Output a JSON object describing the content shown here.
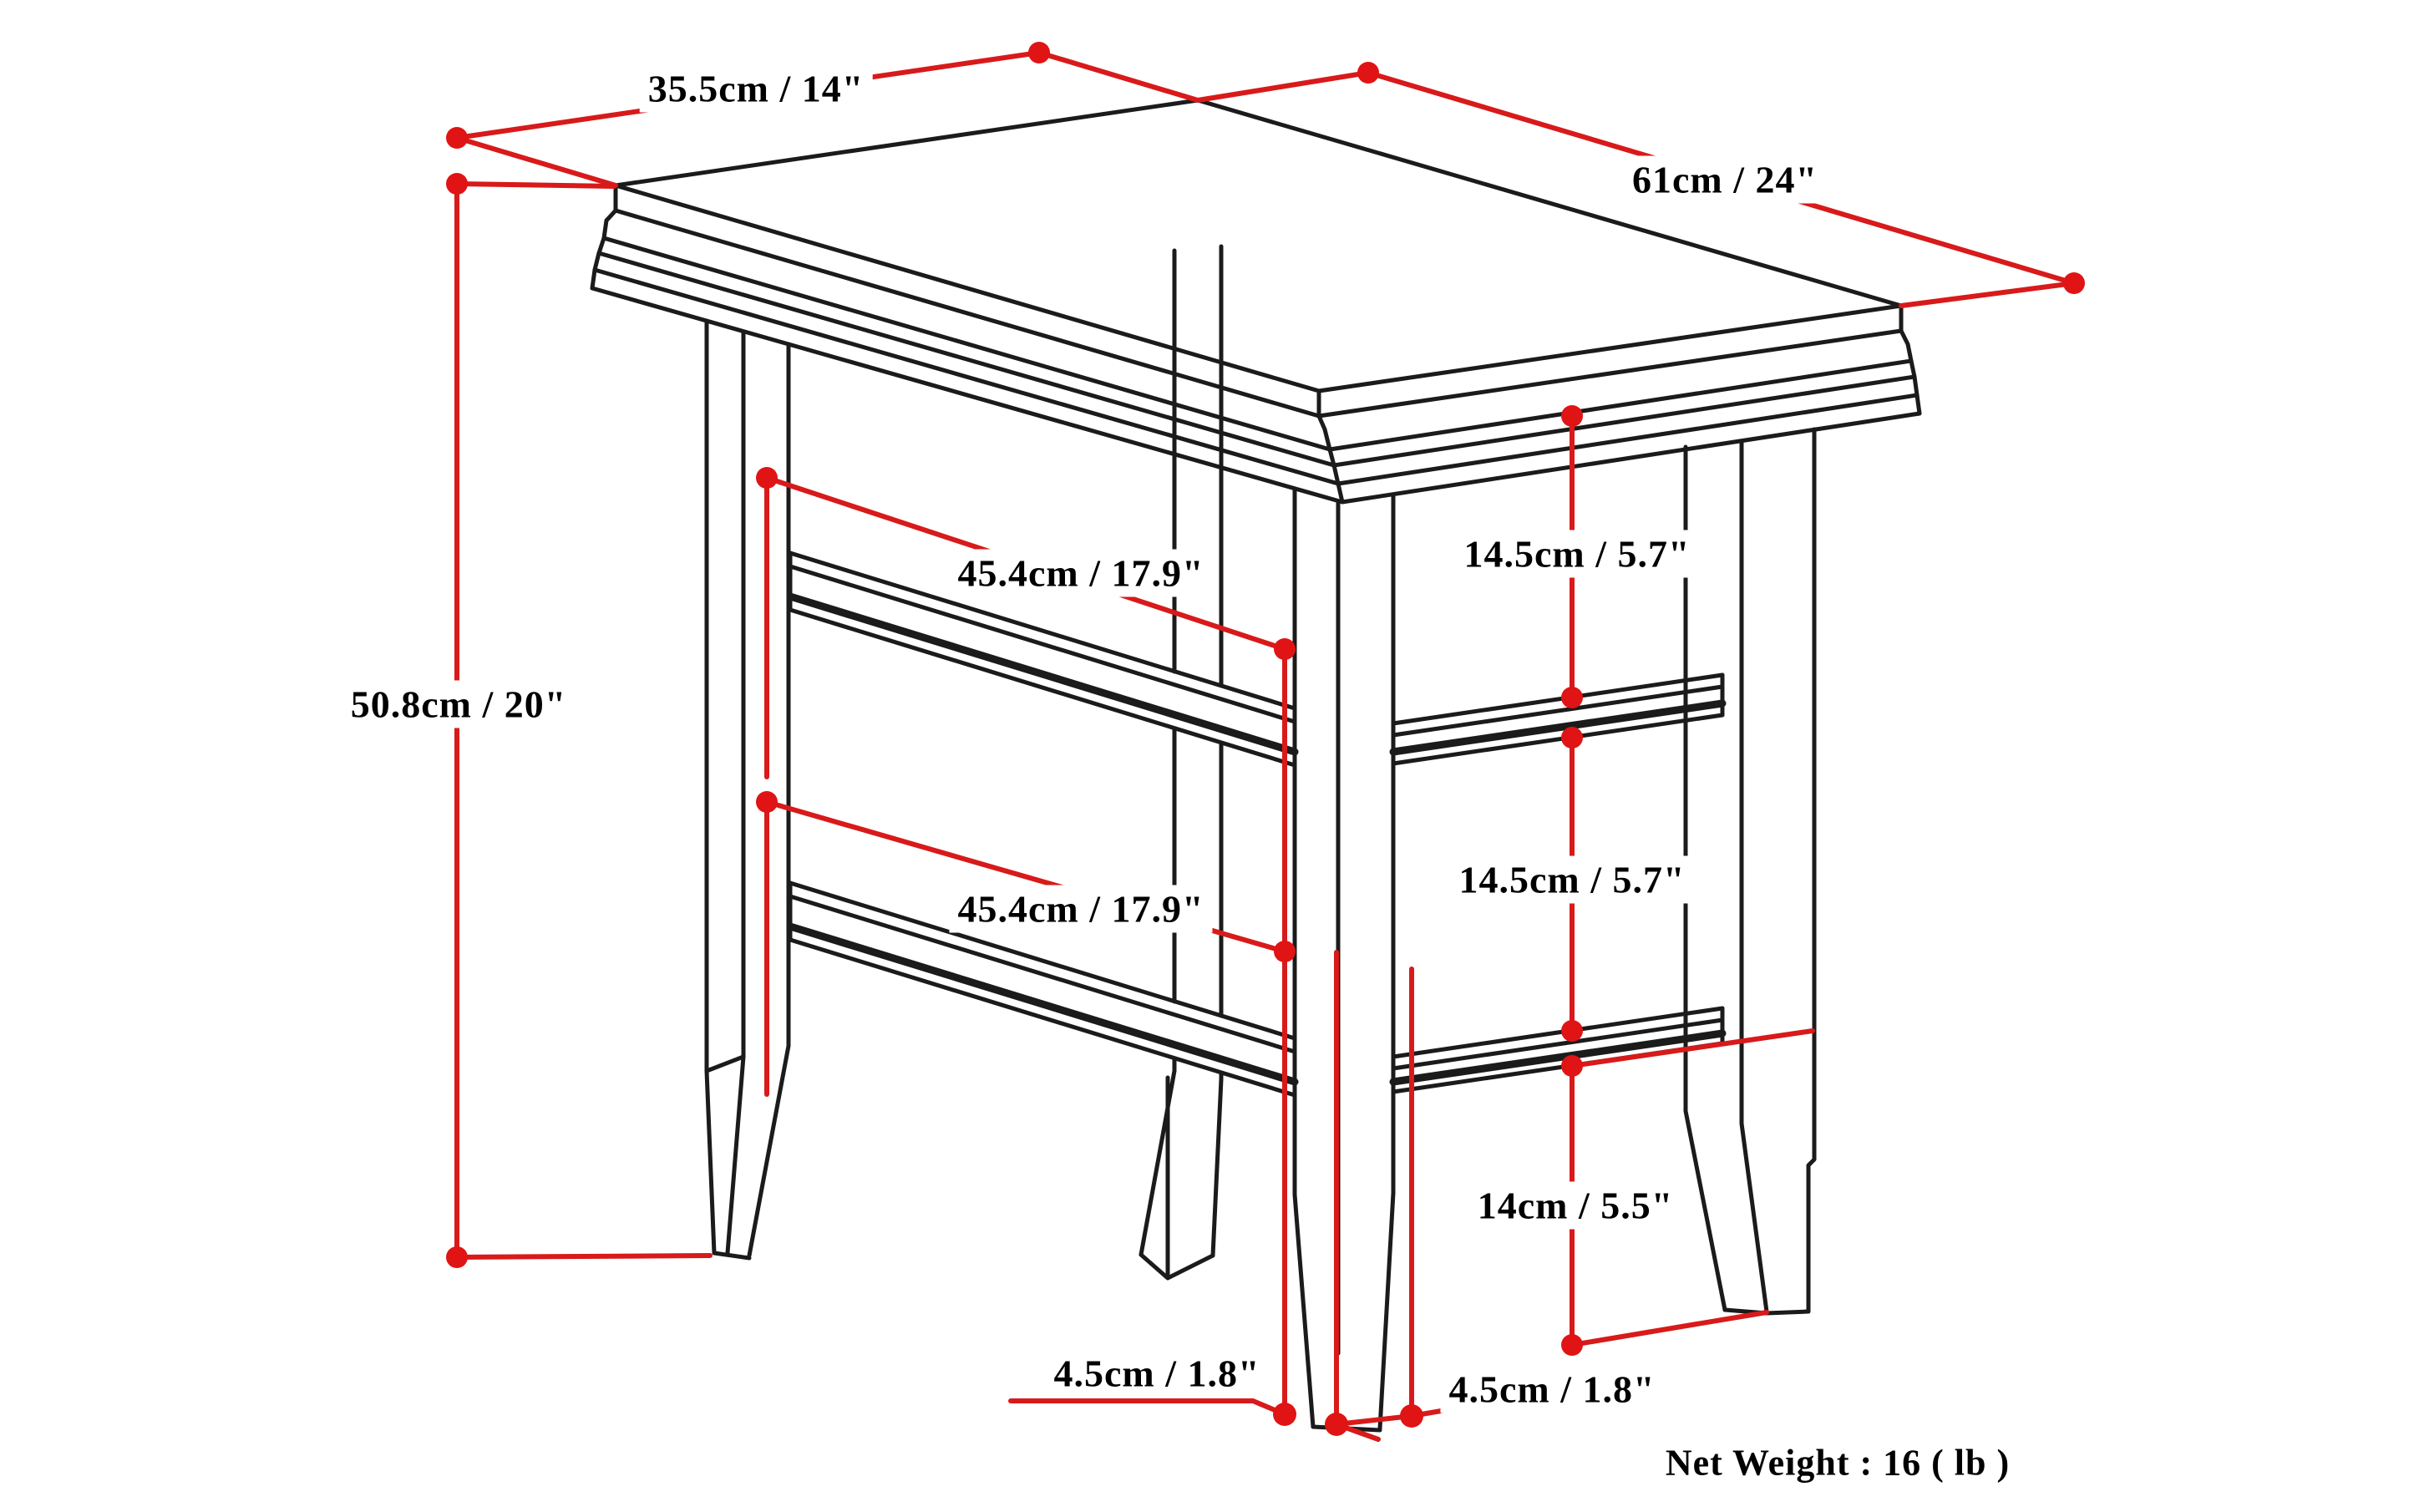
{
  "diagram": {
    "kind": "furniture dimension line drawing",
    "item": "two-shelf end table",
    "colors": {
      "line": "#1b1b1b",
      "dimension_line": "#d81a1a",
      "dimension_dot": "#e01414",
      "background": "#ffffff",
      "text": "#000000"
    },
    "dimensions": {
      "top_width": "35.5cm / 14\"",
      "top_depth": "61cm / 24\"",
      "overall_height": "50.8cm / 20\"",
      "upper_shelf_width": "45.4cm / 17.9\"",
      "lower_shelf_width": "45.4cm / 17.9\"",
      "top_to_upper_shelf_gap": "14.5cm / 5.7\"",
      "upper_to_lower_shelf_gap": "14.5cm / 5.7\"",
      "lower_shelf_to_floor": "14cm / 5.5\"",
      "front_leg_offset_left": "4.5cm / 1.8\"",
      "front_leg_offset_right": "4.5cm / 1.8\""
    },
    "net_weight": "Net Weight : 16 ( lb )"
  }
}
